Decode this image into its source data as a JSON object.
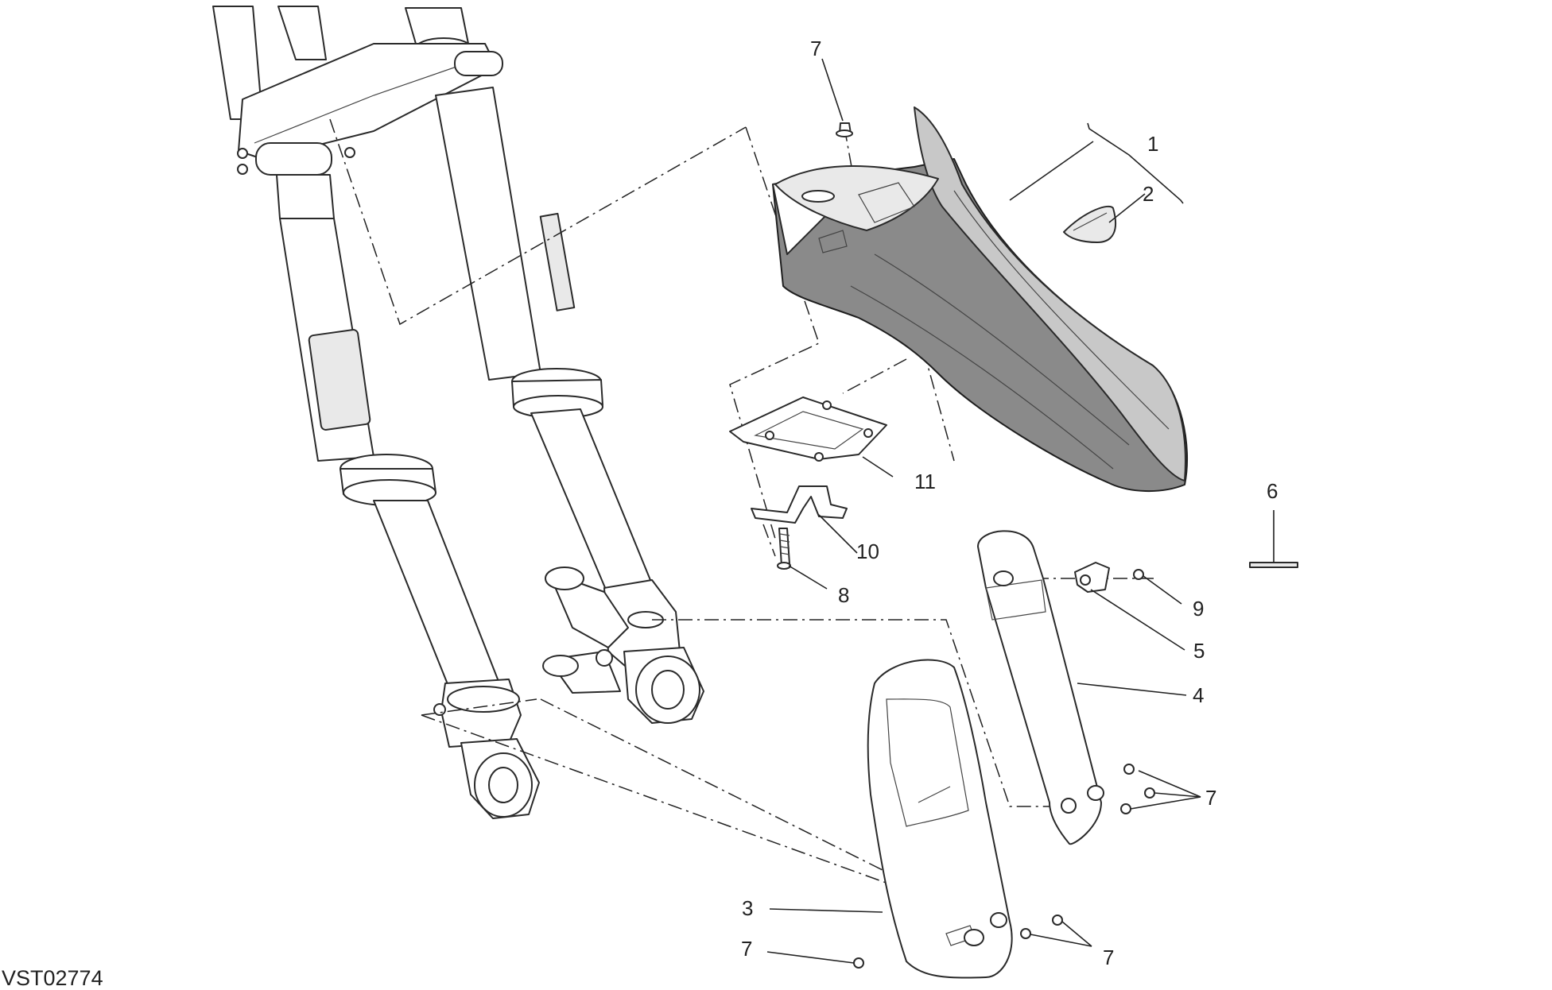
{
  "diagram": {
    "drawing_code": "VST02774",
    "callouts": {
      "c1": "1",
      "c2": "2",
      "c3": "3",
      "c4": "4",
      "c5": "5",
      "c6": "6",
      "c7_top": "7",
      "c7_right": "7",
      "c7_bottom_right": "7",
      "c7_bottom_left": "7",
      "c8": "8",
      "c9": "9",
      "c10": "10",
      "c11": "11"
    },
    "colors": {
      "line": "#222222",
      "mudguard_fill": "#8a8a8a",
      "background": "#ffffff"
    }
  }
}
